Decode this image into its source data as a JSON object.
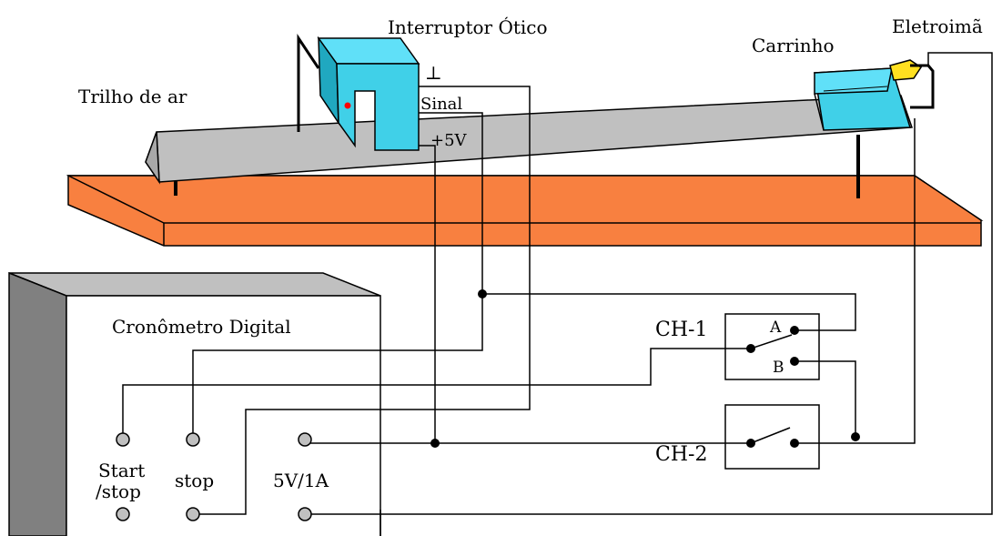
{
  "labels": {
    "optical_switch": "Interruptor Ótico",
    "cart": "Carrinho",
    "electromagnet": "Eletroimã",
    "air_track": "Trilho de ar",
    "ground": "⊥",
    "signal": "Sinal",
    "plus5v": "+5V",
    "timer": "Cronômetro Digital",
    "ch1": "CH-1",
    "ch2": "CH-2",
    "pos_a": "A",
    "pos_b": "B",
    "start_line1": "Start",
    "start_line2": "/stop",
    "stop": "stop",
    "power": "5V/1A"
  },
  "colors": {
    "table": "#f88040",
    "track": "#c0c0c0",
    "sensor": "#40d0e8",
    "cart_top": "#40d0e8",
    "electromagnet": "#ffe020",
    "timer_side": "#808080",
    "timer_top": "#c0c0c0",
    "terminal": "#c0c0c0",
    "wire": "#000000"
  }
}
